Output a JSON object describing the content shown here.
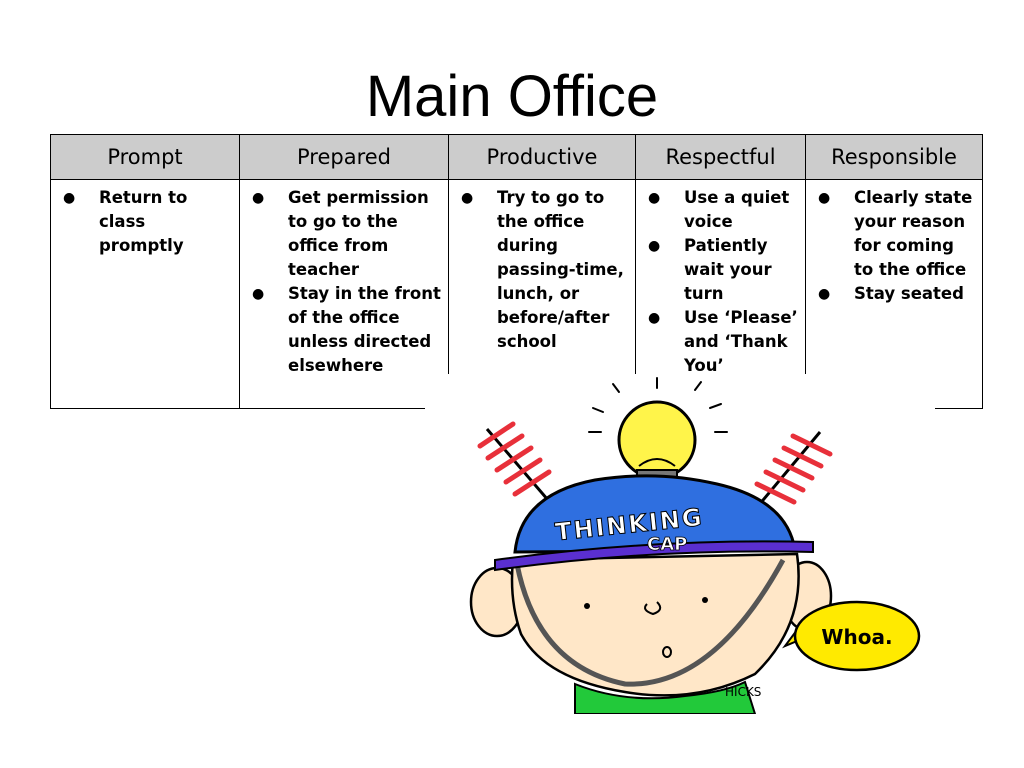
{
  "title": "Main Office",
  "table": {
    "headers": [
      "Prompt",
      "Prepared",
      "Productive",
      "Respectful",
      "Responsible"
    ],
    "columns": [
      [
        "Return to class promptly"
      ],
      [
        "Get permission to go to the office from teacher",
        "Stay in the front of the office unless directed elsewhere"
      ],
      [
        "Try to go to the office during passing-time, lunch, or before/after school"
      ],
      [
        "Use a quiet voice",
        "Patiently wait your turn",
        "Use ‘Please’ and ‘Thank You’"
      ],
      [
        "Clearly state your reason for coming to the office",
        "Stay seated"
      ]
    ]
  },
  "cartoon": {
    "cap_text_1": "THINKING",
    "cap_text_2": "CAP",
    "speech": "Whoa.",
    "signature": "HICKS",
    "colors": {
      "cap": "#2f6fe0",
      "bulb": "#fff44a",
      "bubble": "#ffea00",
      "shirt": "#22c93a",
      "antenna": "#e8303a"
    }
  }
}
